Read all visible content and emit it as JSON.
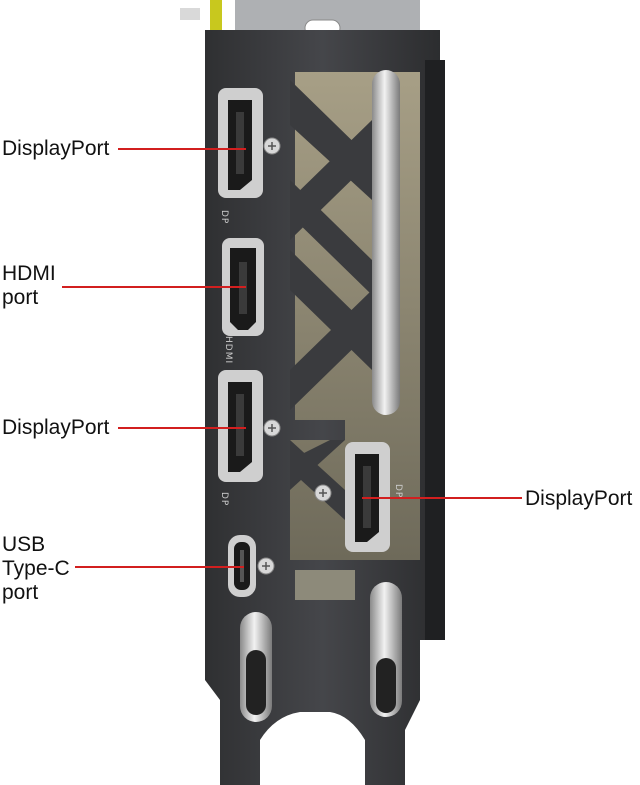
{
  "callouts": {
    "dp_top": "DisplayPort",
    "hdmi": "HDMI\nport",
    "dp_mid": "DisplayPort",
    "dp_right": "DisplayPort",
    "usbc": "USB\nType-C\nport"
  },
  "port_markings": {
    "dp1": "DP",
    "hdmi": "HDMI",
    "dp2": "DP",
    "dp3": "DP"
  },
  "colors": {
    "leader_line": "#d21f1f",
    "bracket_metal": "#3c3d3f",
    "port_metal": "#c9c9c9"
  }
}
